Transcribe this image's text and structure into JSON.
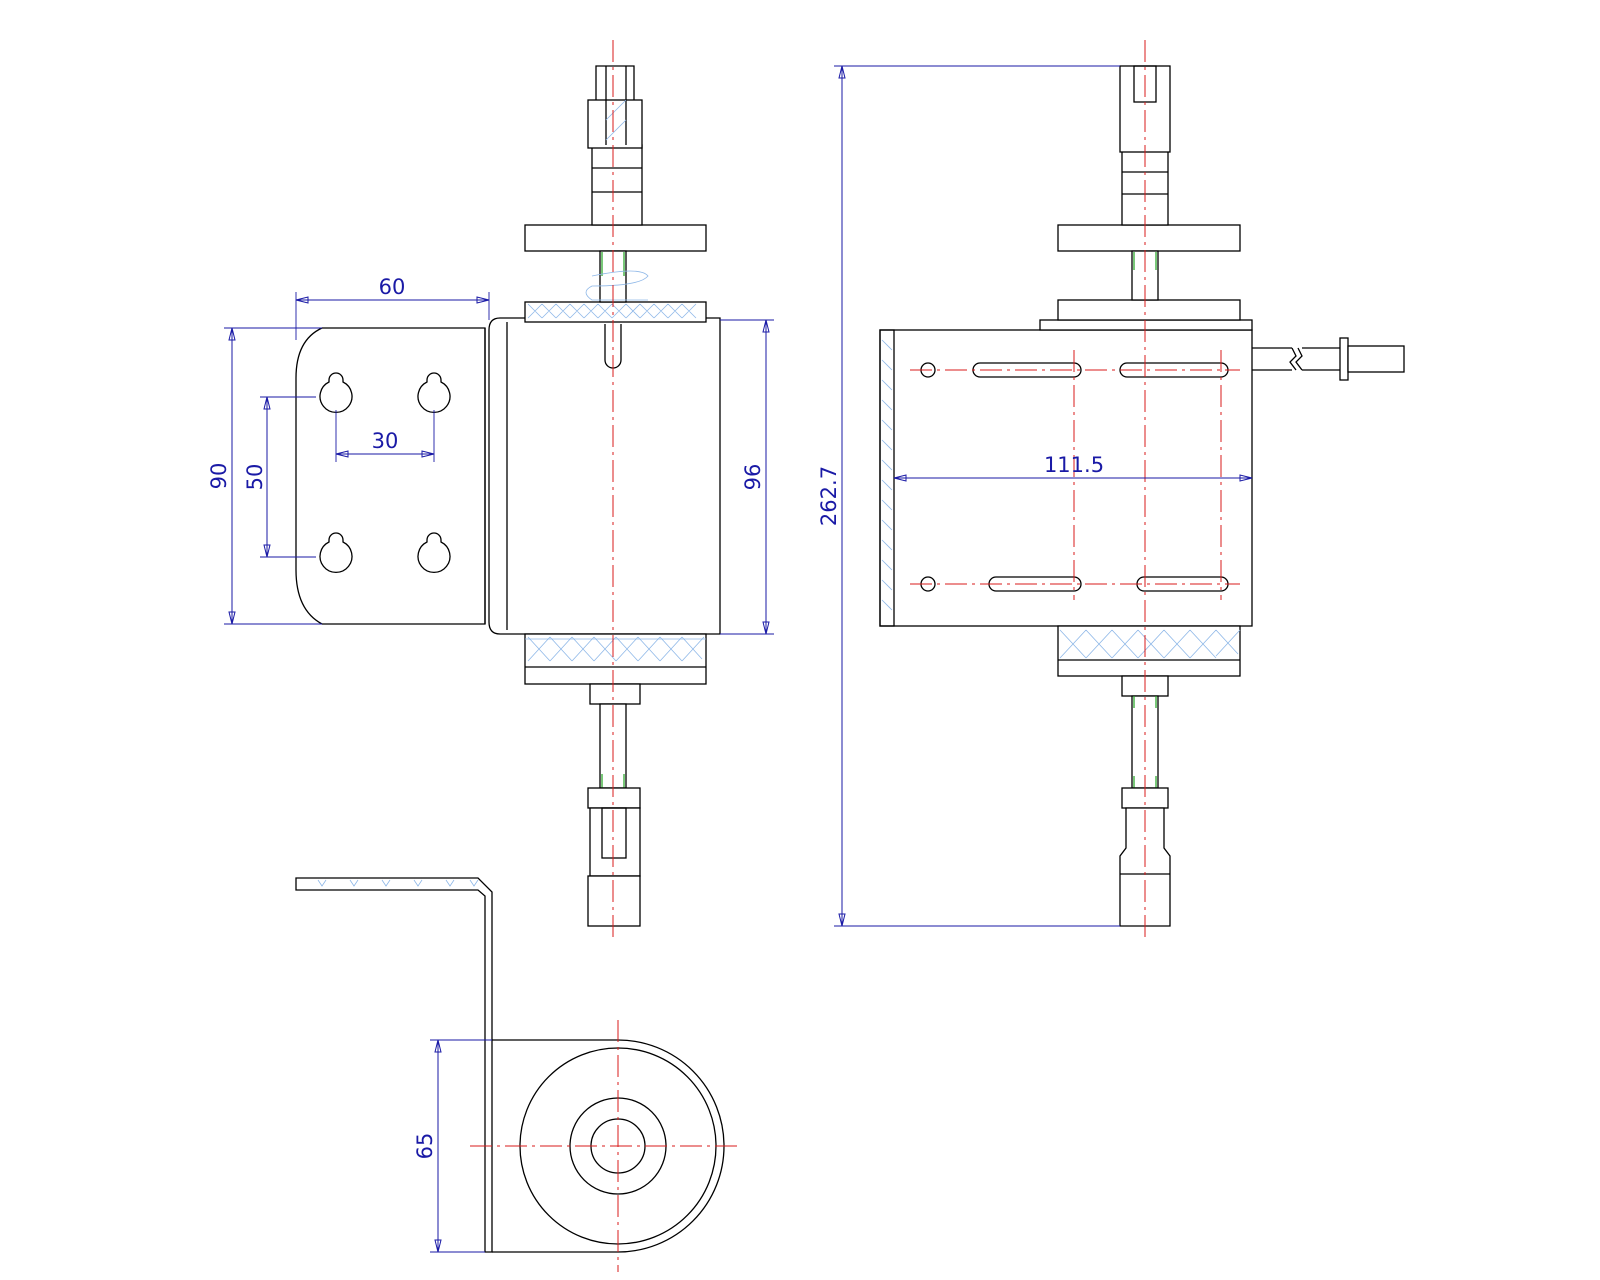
{
  "colors": {
    "outline": "#000000",
    "centerline": "#d81b1b",
    "dimension": "#1a1aa6",
    "hatch": "#8fb8e8",
    "spring": "#1fa21f"
  },
  "dimensions": {
    "bracket_width": "60",
    "bracket_height": "90",
    "hole_vertical_spacing": "50",
    "hole_horizontal_spacing": "30",
    "body_height": "96",
    "overall_length": "262.7",
    "body_length_side": "111.5",
    "end_view_height": "65"
  }
}
